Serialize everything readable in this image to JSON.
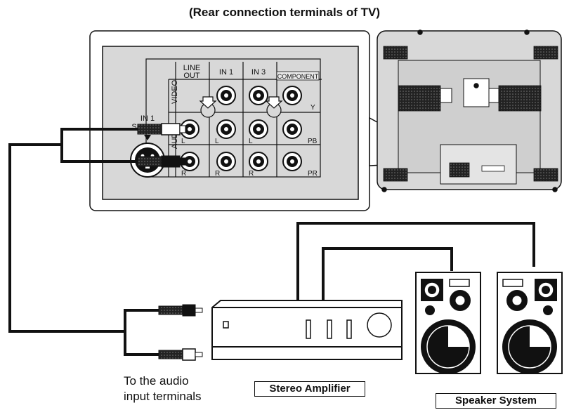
{
  "title": "(Rear connection terminals of TV)",
  "panel": {
    "line_out": [
      "LINE",
      "OUT"
    ],
    "in1": "IN 1",
    "in3": "IN 3",
    "component": "COMPONENT",
    "video": "VIDEO",
    "audio": "AUDIO",
    "svideo": [
      "IN 1",
      "S-VIDEO"
    ],
    "L": "L",
    "R": "R",
    "Y": "Y",
    "PB": "PB",
    "PR": "PR"
  },
  "labels": {
    "audio_input": [
      "To the audio",
      "input terminals"
    ],
    "amplifier": "Stereo Amplifier",
    "speakers": "Speaker System"
  }
}
